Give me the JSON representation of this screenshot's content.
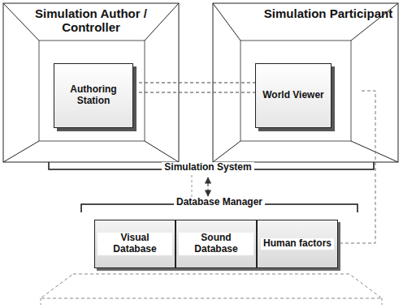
{
  "diagram": {
    "nodes": [
      {
        "text": [
          "Simulation Author / Controller"
        ]
      },
      {
        "text": [
          "Authoring Station"
        ],
        "in": 0
      },
      {
        "text": [
          "Simulation Participant"
        ]
      },
      {
        "text": [
          "World Viewer"
        ],
        "in": 2
      },
      {
        "text": [
          "Simulation System"
        ]
      },
      {
        "text": [
          "Database Manager"
        ]
      },
      {
        "text": [
          "Visual Database"
        ],
        "in": 5
      },
      {
        "text": [
          "Sound Database"
        ],
        "in": 5
      },
      {
        "text": [
          "Human factors"
        ],
        "in": 5
      }
    ],
    "edges": [
      {
        "from": 1,
        "to": 3,
        "arrow": "none"
      },
      {
        "from": 4,
        "to": 5,
        "arrow": "both"
      }
    ]
  }
}
